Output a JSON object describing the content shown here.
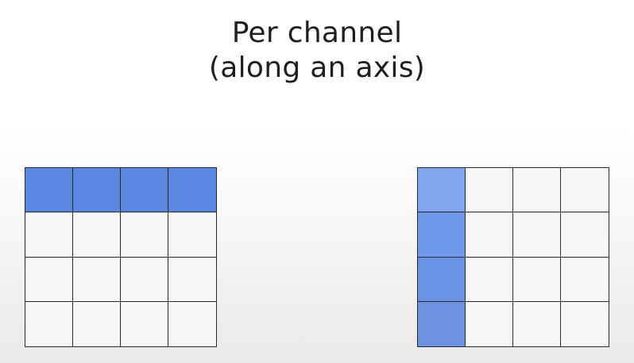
{
  "title": {
    "line1": "Per channel",
    "line2": "(along an axis)"
  },
  "grids": [
    {
      "name": "grid-left",
      "rows": 4,
      "cols": 4,
      "highlight": "row",
      "highlight_index": 0,
      "highlight_colors": [
        "#5b87e0",
        "#5b87e0",
        "#5b87e0",
        "#5b87e0"
      ]
    },
    {
      "name": "grid-right",
      "rows": 4,
      "cols": 4,
      "highlight": "column",
      "highlight_index": 0,
      "highlight_colors": [
        "#80a6ee",
        "#6f98e8",
        "#6a93e4",
        "#6b93e2"
      ]
    }
  ],
  "colors": {
    "cell_fill": "#f7f7f7",
    "grid_line": "#2a2a2a",
    "text": "#1f1f1f"
  }
}
